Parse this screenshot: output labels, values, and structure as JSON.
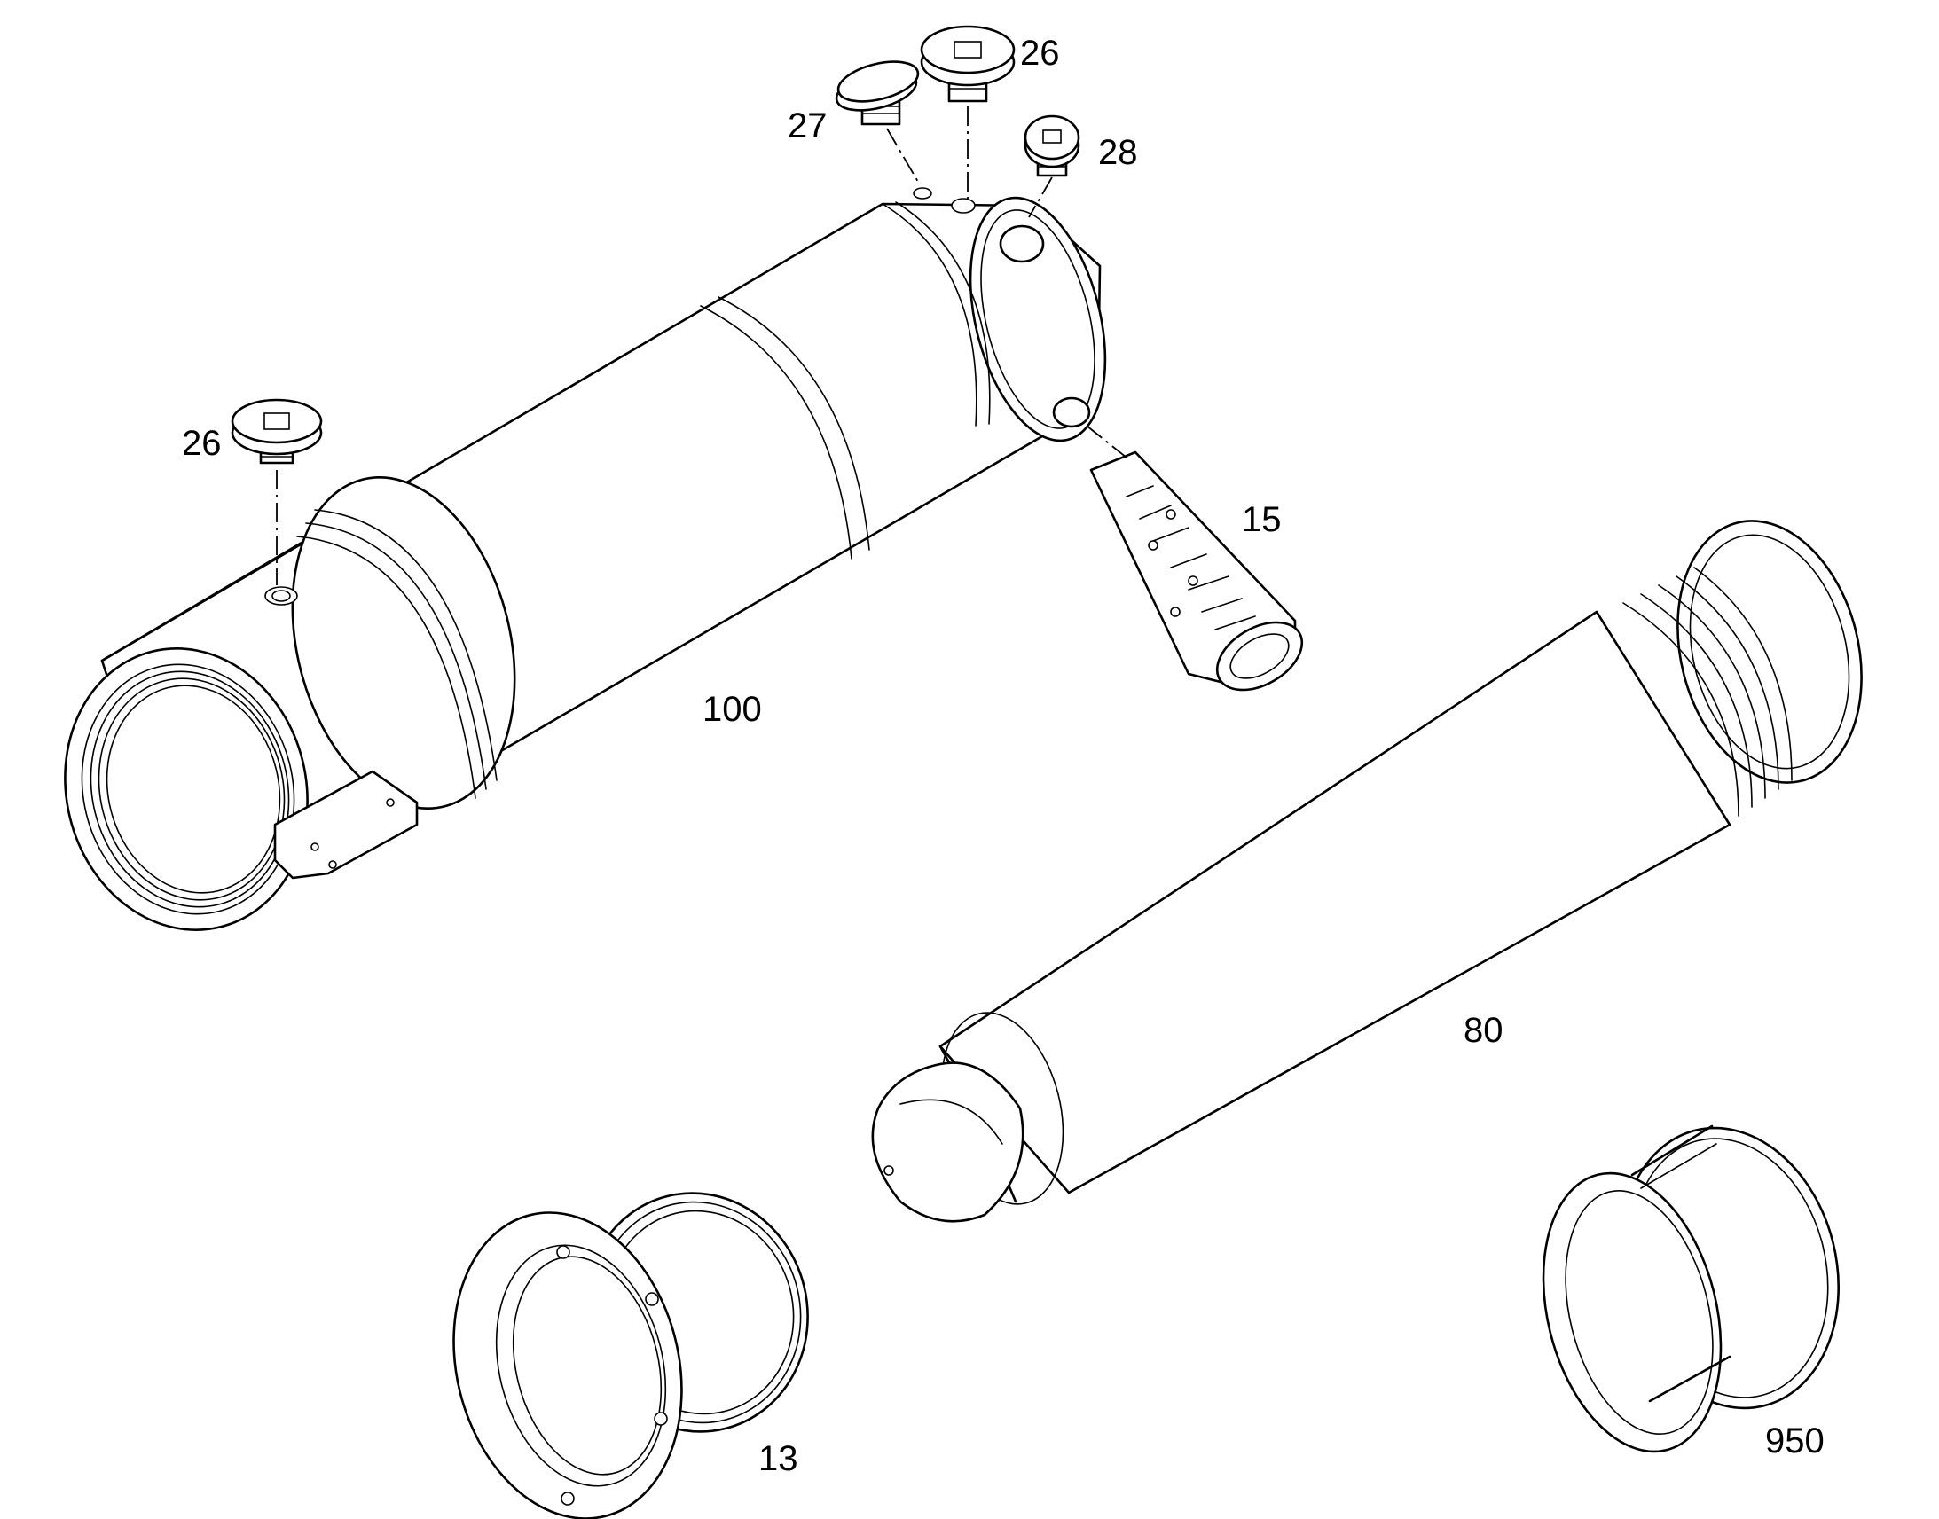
{
  "callouts": [
    {
      "id": "c26a",
      "text": "26"
    },
    {
      "id": "c27",
      "text": "27"
    },
    {
      "id": "c28",
      "text": "28"
    },
    {
      "id": "c26b",
      "text": "26"
    },
    {
      "id": "c15",
      "text": "15"
    },
    {
      "id": "c100",
      "text": "100"
    },
    {
      "id": "c80",
      "text": "80"
    },
    {
      "id": "c13",
      "text": "13"
    },
    {
      "id": "c950",
      "text": "950"
    }
  ]
}
